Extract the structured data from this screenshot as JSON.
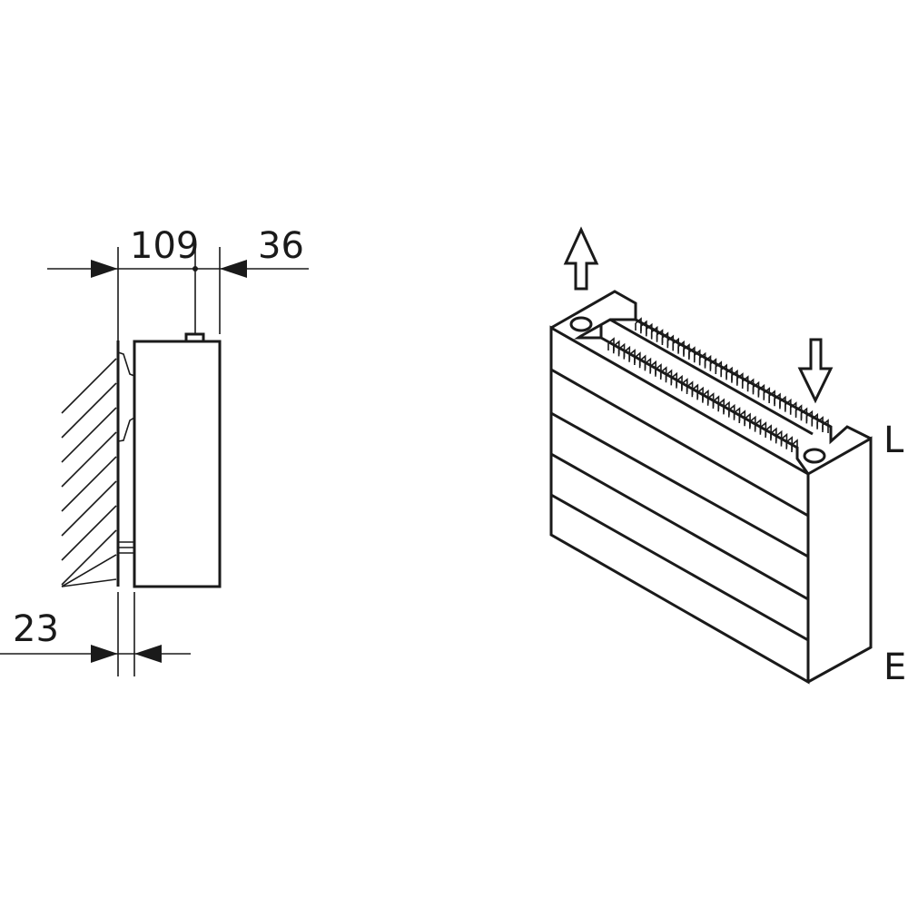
{
  "dimensions": {
    "depth_total": "109",
    "connection_offset": "36",
    "wall_gap": "23"
  },
  "labels": {
    "left_side": "L",
    "right_side": "E"
  },
  "colors": {
    "line": "#1a1a1a",
    "background": "#ffffff"
  }
}
